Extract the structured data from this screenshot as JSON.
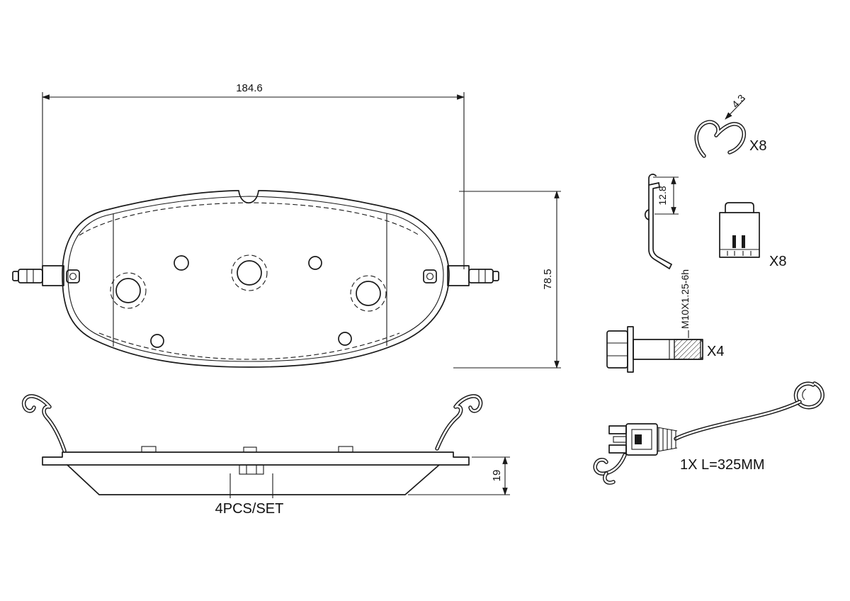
{
  "drawing": {
    "line_color": "#1a1a1a",
    "front_view": {
      "width_dim": "184.6",
      "height_dim": "78.5"
    },
    "side_view": {
      "thickness_dim": "19",
      "set_label": "4PCS/SET"
    },
    "spring_clip": {
      "wire_dim": "4.3",
      "qty": "X8"
    },
    "bracket_clip": {
      "height_dim": "12.8"
    },
    "retainer_clip": {
      "qty": "X8"
    },
    "bolt": {
      "thread_spec": "M10X1.25-6h",
      "qty": "X4"
    },
    "wear_sensor": {
      "length_label": "1X L=325MM"
    }
  }
}
